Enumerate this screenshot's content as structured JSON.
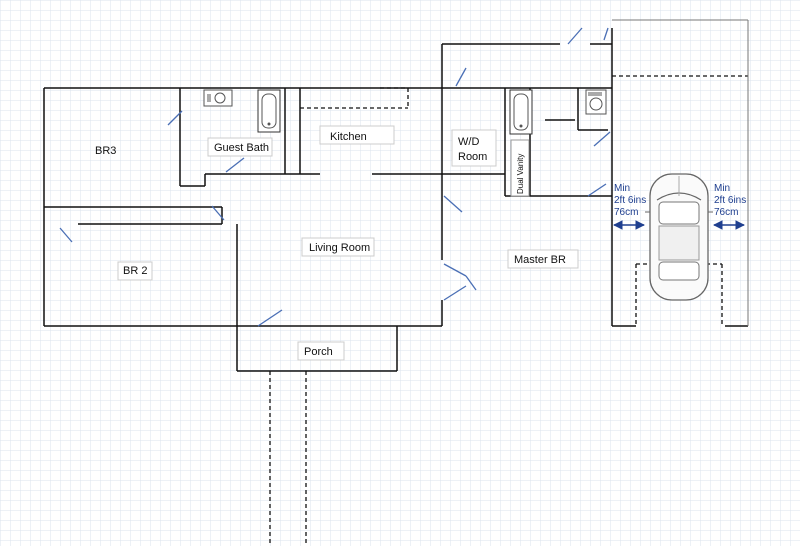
{
  "rooms": {
    "br3": "BR3",
    "guest_bath": "Guest Bath",
    "kitchen": "Kitchen",
    "wd_room_line1": "W/D",
    "wd_room_line2": "Room",
    "dual_vanity": "Dual Vanity",
    "living_room": "Living Room",
    "br2": "BR 2",
    "master_br": "Master BR",
    "porch": "Porch"
  },
  "clearance_left": {
    "line1": "Min",
    "line2": "2ft 6ins",
    "line3": "76cm"
  },
  "clearance_right": {
    "line1": "Min",
    "line2": "2ft 6ins",
    "line3": "76cm"
  },
  "colors": {
    "grid": "#dbe3ee",
    "wall": "#111111",
    "door": "#4a6fb5",
    "dimension": "#1f3f8f"
  },
  "icons": [
    "bathtub-icon",
    "sink-icon",
    "car-icon",
    "double-arrow-icon"
  ]
}
